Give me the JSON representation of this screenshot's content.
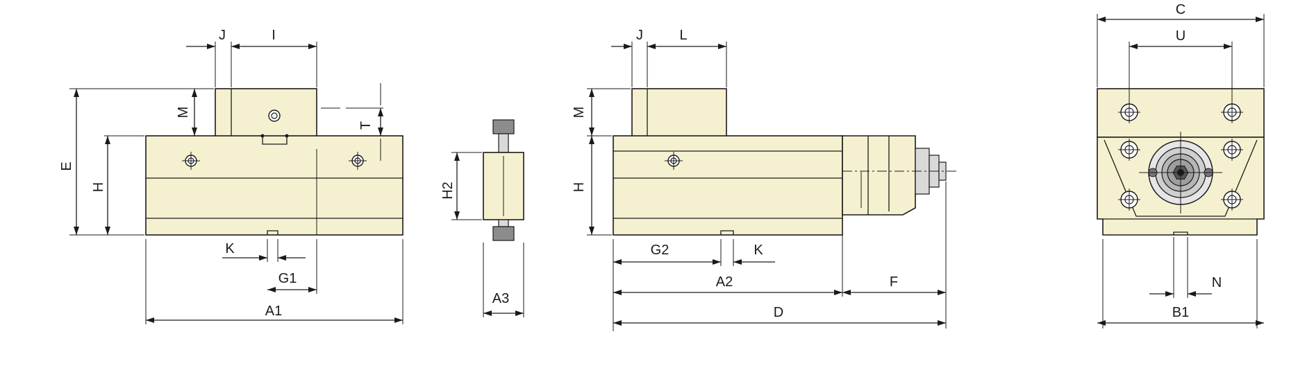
{
  "labels": {
    "v1_j": "J",
    "v1_i": "I",
    "v1_m": "M",
    "v1_t": "T",
    "v1_e": "E",
    "v1_h": "H",
    "v1_k": "K",
    "v1_g1": "G1",
    "v1_a1": "A1",
    "v2_h2": "H2",
    "v2_a3": "A3",
    "v3_j": "J",
    "v3_l": "L",
    "v3_m": "M",
    "v3_h": "H",
    "v3_g2": "G2",
    "v3_k": "K",
    "v3_a2": "A2",
    "v3_f": "F",
    "v3_d": "D",
    "v4_c": "C",
    "v4_u": "U",
    "v4_n": "N",
    "v4_b1": "B1"
  },
  "colors": {
    "body": "#f5f1d0",
    "line": "#1a1a1a",
    "grey": "#8c8c8c"
  }
}
